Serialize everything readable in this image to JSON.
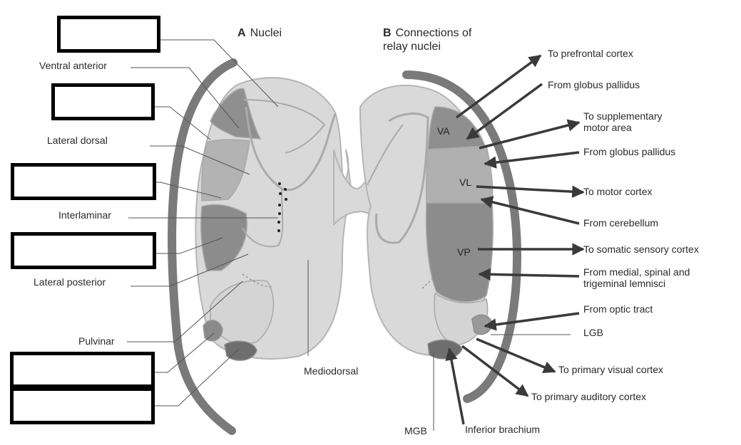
{
  "panels": {
    "a": {
      "letter": "A",
      "title": "Nuclei"
    },
    "b": {
      "letter": "B",
      "title_line1": "Connections of",
      "title_line2": "relay nuclei"
    }
  },
  "left_labels": {
    "ventral_anterior": "Ventral anterior",
    "lateral_dorsal": "Lateral dorsal",
    "interlaminar": "Interlaminar",
    "lateral_posterior": "Lateral posterior",
    "pulvinar": "Pulvinar",
    "mediodorsal": "Mediodorsal"
  },
  "regions": {
    "va": "VA",
    "vl": "VL",
    "vp": "VP"
  },
  "right_labels": {
    "prefrontal": "To prefrontal cortex",
    "gp1": "From globus pallidus",
    "sma_line1": "To supplementary",
    "sma_line2": "motor area",
    "gp2": "From globus pallidus",
    "motor": "To motor cortex",
    "cerebellum": "From cerebellum",
    "somatic": "To somatic sensory cortex",
    "lemnisci_line1": "From medial, spinal and",
    "lemnisci_line2": "trigeminal lemnisci",
    "optic": "From optic tract",
    "lgb": "LGB",
    "visual": "To primary visual cortex",
    "auditory": "To primary auditory cortex",
    "mgb": "MGB",
    "inferior_brachium": "Inferior brachium"
  }
}
